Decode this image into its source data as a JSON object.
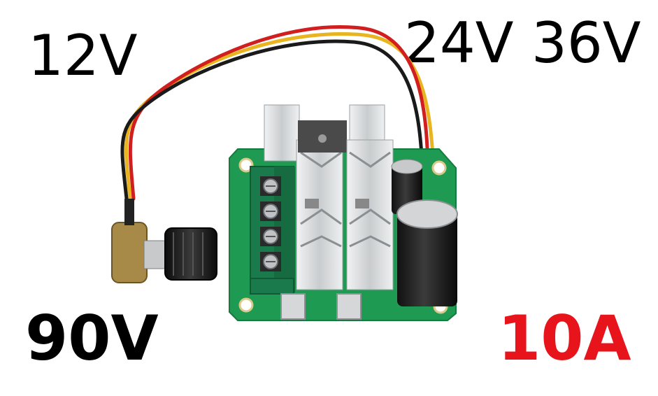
{
  "labels": {
    "voltage_low": "12V",
    "voltage_mid": "24V 36V",
    "voltage_high": "90V",
    "current": "10A"
  },
  "colors": {
    "label_text": "#000000",
    "current_text": "#e8141b",
    "pcb_green": "#1f9a52",
    "terminal_green": "#1b7a4b",
    "heatsink": "#cfd2d4"
  },
  "photo": {
    "subject": "pwm-dc-motor-speed-controller-board"
  }
}
